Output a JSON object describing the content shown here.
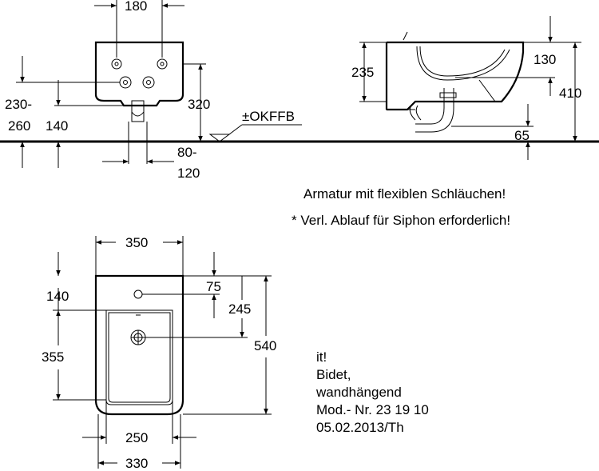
{
  "dims": {
    "top_width": "180",
    "height_230": "230-",
    "height_260": "260",
    "height_140_side": "140",
    "height_320": "320",
    "okffb": "±OKFFB",
    "bottom_80": "80-",
    "bottom_120": "120",
    "side_235": "235",
    "side_130": "130",
    "side_410": "410",
    "side_65": "65",
    "plan_350": "350",
    "plan_140": "140",
    "plan_75": "75",
    "plan_245": "245",
    "plan_355": "355",
    "plan_540": "540",
    "plan_250": "250",
    "plan_330": "330"
  },
  "notes": {
    "armatur": "Armatur mit flexiblen Schläuchen!",
    "ablauf": "* Verl. Ablauf für Siphon erforderlich!"
  },
  "info": {
    "line1": "it!",
    "line2": "Bidet,",
    "line3": "wandhängend",
    "line4": "Mod.- Nr. 23 19 10",
    "line5": "05.02.2013/Th"
  }
}
